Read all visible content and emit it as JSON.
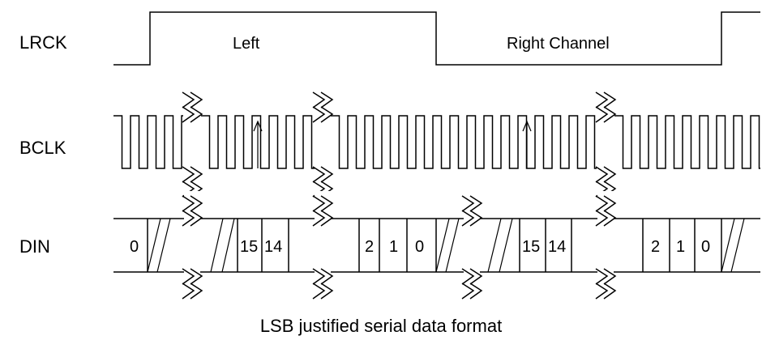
{
  "diagram": {
    "signals": {
      "lrck": "LRCK",
      "bclk": "BCLK",
      "din": "DIN"
    },
    "lrck_labels": {
      "left": "Left",
      "right": "Right Channel"
    },
    "din_bits": {
      "left_start": "0",
      "left_msb": "15",
      "left_msb_next": "14",
      "left_bit2": "2",
      "left_bit1": "1",
      "left_bit0": "0",
      "right_msb": "15",
      "right_msb_next": "14",
      "right_bit2": "2",
      "right_bit1": "1",
      "right_bit0": "0"
    },
    "caption": "LSB justified serial data format"
  }
}
